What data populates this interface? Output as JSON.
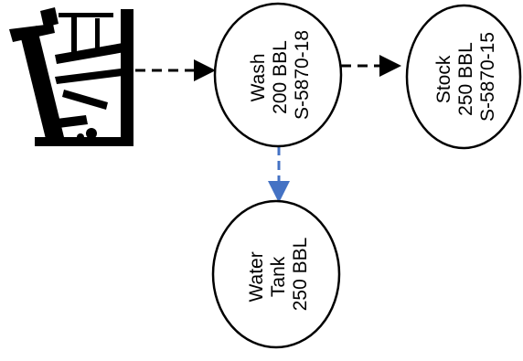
{
  "diagram": {
    "source": {
      "icon": "pumpjack-icon"
    },
    "nodes": {
      "wash": {
        "lines": [
          "Wash",
          "200 BBL",
          "S-5870-18"
        ]
      },
      "stock": {
        "lines": [
          "Stock",
          "250 BBL",
          "S-5870-15"
        ]
      },
      "water": {
        "lines": [
          "Water",
          "Tank",
          "250 BBL"
        ]
      }
    },
    "colors": {
      "stroke": "#000000",
      "oil_flow": "#000000",
      "water_flow": "#4472C4",
      "background": "#FFFFFF"
    }
  }
}
